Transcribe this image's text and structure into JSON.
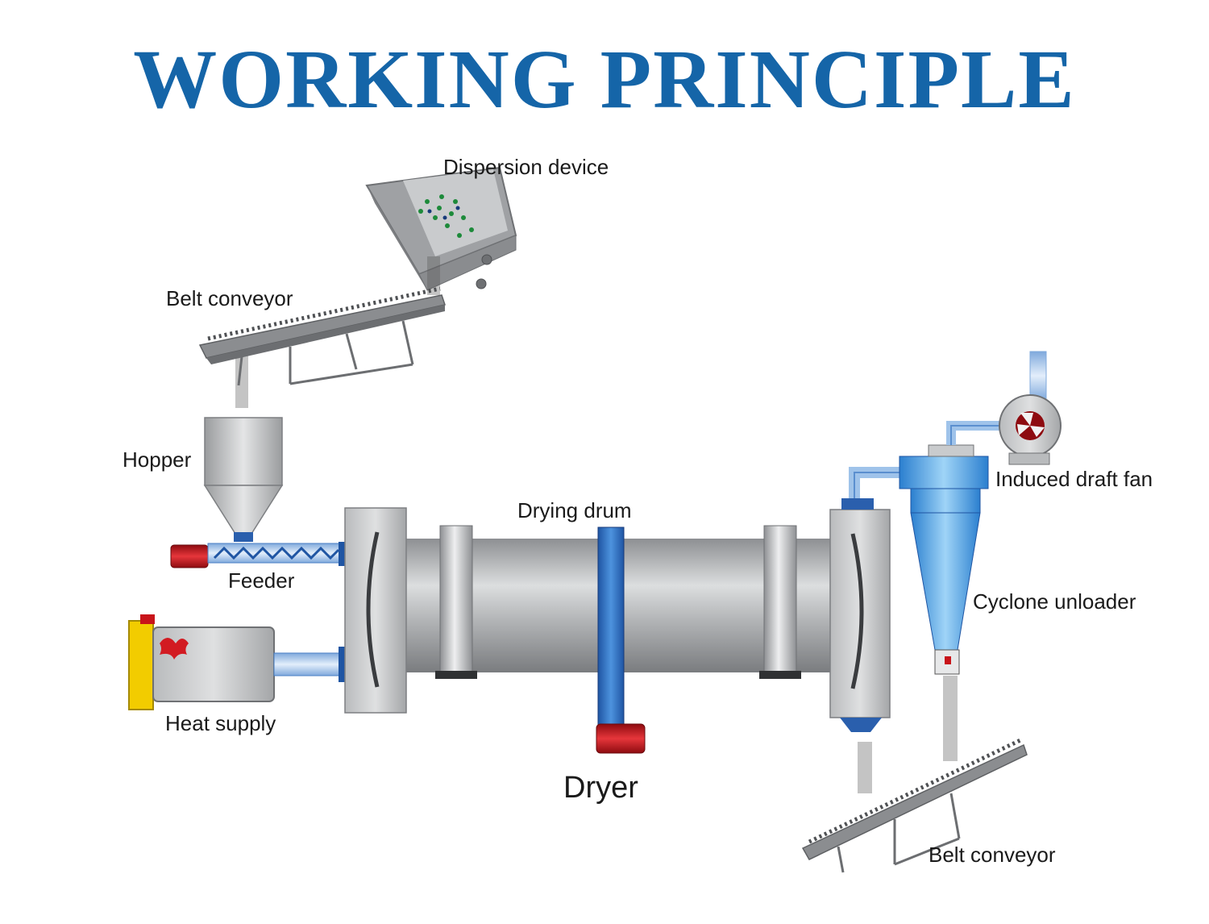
{
  "title": "WORKING PRINCIPLE",
  "labels": {
    "dispersion_device": "Dispersion device",
    "belt_conveyor_top": "Belt conveyor",
    "hopper": "Hopper",
    "feeder": "Feeder",
    "heat_supply": "Heat supply",
    "drying_drum": "Drying drum",
    "dryer": "Dryer",
    "induced_draft_fan": "Induced draft fan",
    "cyclone_unloader": "Cyclone unloader",
    "belt_conveyor_bottom": "Belt conveyor"
  },
  "colors": {
    "title": "#1565a8",
    "steel": "#b9bbbd",
    "blue_pipe": "#2f6fc0",
    "cyclone": "#5fb0ea",
    "motor_red": "#c8141a",
    "burner_yellow": "#f2cc00"
  }
}
